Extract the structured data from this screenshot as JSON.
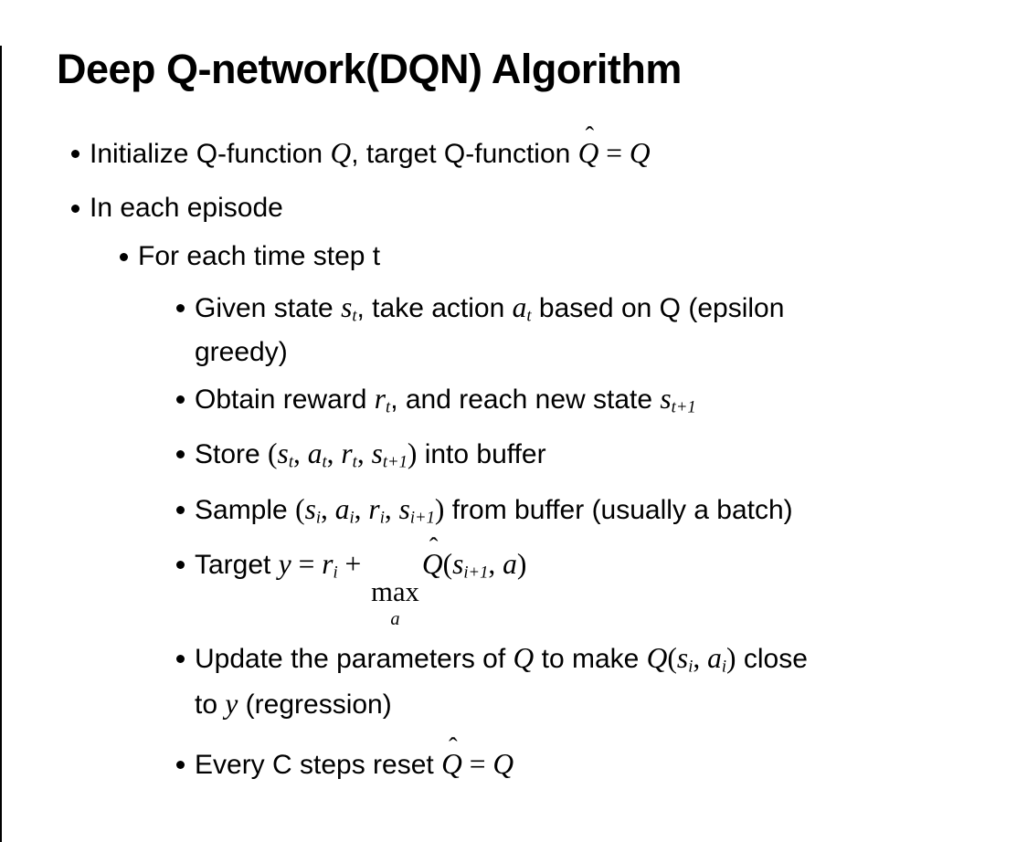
{
  "slide": {
    "title": "Deep Q-network(DQN) Algorithm",
    "colors": {
      "text": "#000000",
      "background": "#ffffff",
      "edge_line": "#000000"
    },
    "bullets": [
      {
        "level": 1,
        "parts": [
          {
            "k": "t",
            "v": "Initialize Q-function "
          },
          {
            "k": "m",
            "v": "Q"
          },
          {
            "k": "t",
            "v": ", target Q-function "
          },
          {
            "k": "hat",
            "b": "Q",
            "mark": "ˆ"
          },
          {
            "k": "r",
            "v": " = "
          },
          {
            "k": "m",
            "v": "Q"
          }
        ]
      },
      {
        "level": 1,
        "parts": [
          {
            "k": "t",
            "v": "In each episode"
          }
        ]
      },
      {
        "level": 2,
        "parts": [
          {
            "k": "t",
            "v": "For each time step t"
          }
        ]
      },
      {
        "level": 3,
        "parts": [
          {
            "k": "t",
            "v": "Given state "
          },
          {
            "k": "sub",
            "b": "s",
            "s": "t"
          },
          {
            "k": "t",
            "v": ", take action "
          },
          {
            "k": "sub",
            "b": "a",
            "s": "t"
          },
          {
            "k": "t",
            "v": " based on Q (epsilon"
          },
          {
            "k": "br"
          },
          {
            "k": "t",
            "v": "greedy)"
          }
        ]
      },
      {
        "level": 3,
        "parts": [
          {
            "k": "t",
            "v": "Obtain reward "
          },
          {
            "k": "sub",
            "b": "r",
            "s": "t"
          },
          {
            "k": "t",
            "v": ", and reach new state "
          },
          {
            "k": "sub",
            "b": "s",
            "s": "t+1"
          }
        ]
      },
      {
        "level": 3,
        "parts": [
          {
            "k": "t",
            "v": "Store "
          },
          {
            "k": "r",
            "v": "("
          },
          {
            "k": "sub",
            "b": "s",
            "s": "t"
          },
          {
            "k": "r",
            "v": ", "
          },
          {
            "k": "sub",
            "b": "a",
            "s": "t"
          },
          {
            "k": "r",
            "v": ", "
          },
          {
            "k": "sub",
            "b": "r",
            "s": "t"
          },
          {
            "k": "r",
            "v": ", "
          },
          {
            "k": "sub",
            "b": "s",
            "s": "t+1"
          },
          {
            "k": "r",
            "v": ")"
          },
          {
            "k": "t",
            "v": " into buffer"
          }
        ]
      },
      {
        "level": 3,
        "parts": [
          {
            "k": "t",
            "v": "Sample "
          },
          {
            "k": "r",
            "v": "("
          },
          {
            "k": "sub",
            "b": "s",
            "s": "i"
          },
          {
            "k": "r",
            "v": ", "
          },
          {
            "k": "sub",
            "b": "a",
            "s": "i"
          },
          {
            "k": "r",
            "v": ", "
          },
          {
            "k": "sub",
            "b": "r",
            "s": "i"
          },
          {
            "k": "r",
            "v": ", "
          },
          {
            "k": "sub",
            "b": "s",
            "s": "i+1"
          },
          {
            "k": "r",
            "v": ")"
          },
          {
            "k": "t",
            "v": " from buffer (usually a batch)"
          }
        ]
      },
      {
        "level": 3,
        "parts": [
          {
            "k": "t",
            "v": "Target "
          },
          {
            "k": "m",
            "v": "y"
          },
          {
            "k": "r",
            "v": " = "
          },
          {
            "k": "sub",
            "b": "r",
            "s": "i"
          },
          {
            "k": "r",
            "v": " + "
          },
          {
            "k": "stack",
            "top": "max",
            "bot": "a"
          },
          {
            "k": "hat",
            "b": "Q",
            "mark": "ˆ"
          },
          {
            "k": "r",
            "v": "("
          },
          {
            "k": "sub",
            "b": "s",
            "s": "i+1"
          },
          {
            "k": "r",
            "v": ", "
          },
          {
            "k": "m",
            "v": "a"
          },
          {
            "k": "r",
            "v": ")"
          }
        ]
      },
      {
        "level": 3,
        "parts": [
          {
            "k": "t",
            "v": "Update the parameters of "
          },
          {
            "k": "m",
            "v": "Q"
          },
          {
            "k": "t",
            "v": " to make "
          },
          {
            "k": "m",
            "v": "Q"
          },
          {
            "k": "r",
            "v": "("
          },
          {
            "k": "sub",
            "b": "s",
            "s": "i"
          },
          {
            "k": "r",
            "v": ", "
          },
          {
            "k": "sub",
            "b": "a",
            "s": "i"
          },
          {
            "k": "r",
            "v": ")"
          },
          {
            "k": "t",
            "v": " close"
          },
          {
            "k": "br"
          },
          {
            "k": "t",
            "v": "to "
          },
          {
            "k": "m",
            "v": "y"
          },
          {
            "k": "t",
            "v": " (regression)"
          }
        ]
      },
      {
        "level": 3,
        "parts": [
          {
            "k": "t",
            "v": "Every C steps reset "
          },
          {
            "k": "hat",
            "b": "Q",
            "mark": "ˆ"
          },
          {
            "k": "r",
            "v": " = "
          },
          {
            "k": "m",
            "v": "Q"
          }
        ]
      }
    ]
  }
}
